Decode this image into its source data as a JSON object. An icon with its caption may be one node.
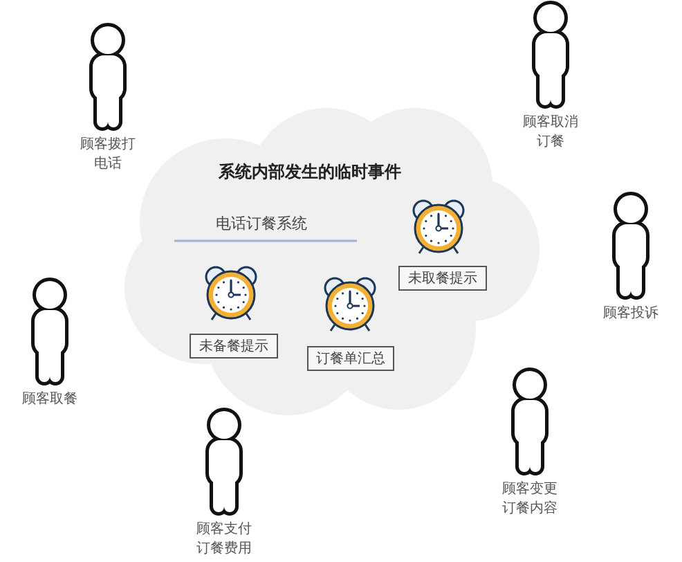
{
  "diagram": {
    "nodes": [
      {
        "text": [
          "顾客拨打电话"
        ]
      },
      {
        "text": [
          "顾客取消订餐"
        ]
      },
      {
        "text": [
          "系统内部发生的临时事件",
          "电话订餐系统"
        ]
      },
      {
        "text": [
          "未取餐提示"
        ],
        "in": 2
      },
      {
        "text": [
          "顾客投诉"
        ]
      },
      {
        "text": [
          "未备餐提示"
        ],
        "in": 2
      },
      {
        "text": [
          "订餐单汇总"
        ],
        "in": 2
      },
      {
        "text": [
          "顾客取餐"
        ]
      },
      {
        "text": [
          "顾客变更订餐内容"
        ]
      },
      {
        "text": [
          "顾客支付订餐费用"
        ]
      }
    ]
  }
}
